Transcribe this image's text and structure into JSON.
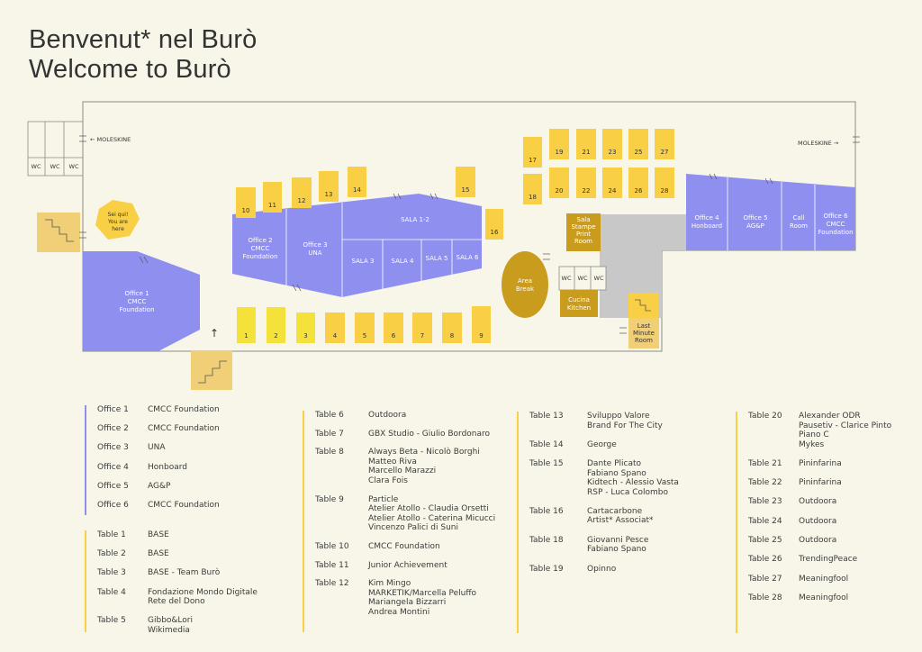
{
  "title": {
    "line1": "Benvenut* nel Burò",
    "line2": "Welcome to Burò"
  },
  "colors": {
    "background": "#f8f6e8",
    "office": "#8f8ff0",
    "table": "#f8cf45",
    "table_bright": "#f4e23a",
    "mustard": "#c99c1e",
    "stairs": "#f0cf76",
    "service": "#c8c8c8",
    "wall": "#8a8a8a"
  },
  "map": {
    "moleskine_left": "← MOLESKINE",
    "moleskine_right": "MOLESKINE →",
    "wc": "WC",
    "you_are_here": [
      "Sei qui!",
      "You are",
      "here"
    ],
    "area_break": [
      "Area",
      "Break"
    ],
    "sala_stampe": [
      "Sala",
      "Stampe",
      "Print",
      "Room"
    ],
    "cucina": [
      "Cucina",
      "Kitchen"
    ],
    "last_minute": [
      "Last",
      "Minute",
      "Room"
    ],
    "office1": [
      "Office 1",
      "CMCC",
      "Foundation"
    ],
    "office2": [
      "Office 2",
      "CMCC",
      "Foundation"
    ],
    "office3": [
      "Office 3",
      "UNA"
    ],
    "office4": [
      "Office 4",
      "Honboard"
    ],
    "office5": [
      "Office 5",
      "AG&P"
    ],
    "call_room": [
      "Call",
      "Room"
    ],
    "office6": [
      "Office 6",
      "CMCC",
      "Foundation"
    ],
    "sala12": "SALA 1-2",
    "sala3": "SALA 3",
    "sala4": "SALA 4",
    "sala5": "SALA 5",
    "sala6": "SALA 6",
    "table_numbers": [
      "1",
      "2",
      "3",
      "4",
      "5",
      "6",
      "7",
      "8",
      "9",
      "10",
      "11",
      "12",
      "13",
      "14",
      "15",
      "16",
      "17",
      "18",
      "19",
      "20",
      "21",
      "22",
      "23",
      "24",
      "25",
      "26",
      "27",
      "28"
    ]
  },
  "legend": {
    "col1_offices": [
      {
        "key": "Office 1",
        "lines": [
          "CMCC Foundation"
        ]
      },
      {
        "key": "Office 2",
        "lines": [
          "CMCC Foundation"
        ]
      },
      {
        "key": "Office 3",
        "lines": [
          "UNA"
        ]
      },
      {
        "key": "Office 4",
        "lines": [
          "Honboard"
        ]
      },
      {
        "key": "Office 5",
        "lines": [
          "AG&P"
        ]
      },
      {
        "key": "Office 6",
        "lines": [
          "CMCC Foundation"
        ]
      }
    ],
    "col1_tables": [
      {
        "key": "Table 1",
        "lines": [
          "BASE"
        ]
      },
      {
        "key": "Table 2",
        "lines": [
          "BASE"
        ]
      },
      {
        "key": "Table 3",
        "lines": [
          "BASE - Team Burò"
        ]
      },
      {
        "key": "Table 4",
        "lines": [
          "Fondazione Mondo Digitale",
          "Rete del Dono"
        ]
      },
      {
        "key": "Table 5",
        "lines": [
          "Gibbo&Lori",
          "Wikimedia"
        ]
      }
    ],
    "col2": [
      {
        "key": "Table 6",
        "lines": [
          "Outdoora"
        ]
      },
      {
        "key": "Table 7",
        "lines": [
          "GBX Studio - Giulio Bordonaro"
        ]
      },
      {
        "key": "Table 8",
        "lines": [
          "Always Beta - Nicolò Borghi",
          "Matteo Riva",
          "Marcello Marazzi",
          "Clara Fois"
        ]
      },
      {
        "key": "Table 9",
        "lines": [
          "Particle",
          "Atelier Atollo - Claudia Orsetti",
          "Atelier Atollo - Caterina Micucci",
          "Vincenzo Palici di Suni"
        ]
      },
      {
        "key": "Table 10",
        "lines": [
          "CMCC Foundation"
        ]
      },
      {
        "key": "Table 11",
        "lines": [
          "Junior Achievement"
        ]
      },
      {
        "key": "Table 12",
        "lines": [
          "Kim Mingo",
          "MARKETIK/Marcella Peluffo",
          "Mariangela Bizzarri",
          "Andrea Montini"
        ]
      }
    ],
    "col3": [
      {
        "key": "Table 13",
        "lines": [
          "Sviluppo Valore",
          "Brand For The City"
        ]
      },
      {
        "key": "Table 14",
        "lines": [
          "George"
        ]
      },
      {
        "key": "Table 15",
        "lines": [
          "Dante Plicato",
          "Fabiano Spano",
          "Kidtech - Alessio Vasta",
          "RSP - Luca Colombo"
        ]
      },
      {
        "key": "Table 16",
        "lines": [
          "Cartacarbone",
          "Artist* Associat*"
        ]
      },
      {
        "key": "Table 18",
        "lines": [
          "Giovanni Pesce",
          "Fabiano Spano"
        ]
      },
      {
        "key": "Table 19",
        "lines": [
          "Opinno"
        ]
      }
    ],
    "col4": [
      {
        "key": "Table 20",
        "lines": [
          "Alexander ODR",
          "Pausetiv - Clarice Pinto",
          "Piano C",
          "Mykes"
        ]
      },
      {
        "key": "Table 21",
        "lines": [
          "Pininfarina"
        ]
      },
      {
        "key": "Table 22",
        "lines": [
          "Pininfarina"
        ]
      },
      {
        "key": "Table 23",
        "lines": [
          "Outdoora"
        ]
      },
      {
        "key": "Table 24",
        "lines": [
          "Outdoora"
        ]
      },
      {
        "key": "Table 25",
        "lines": [
          "Outdoora"
        ]
      },
      {
        "key": "Table 26",
        "lines": [
          "TrendingPeace"
        ]
      },
      {
        "key": "Table 27",
        "lines": [
          "Meaningfool"
        ]
      },
      {
        "key": "Table 28",
        "lines": [
          "Meaningfool"
        ]
      }
    ]
  }
}
